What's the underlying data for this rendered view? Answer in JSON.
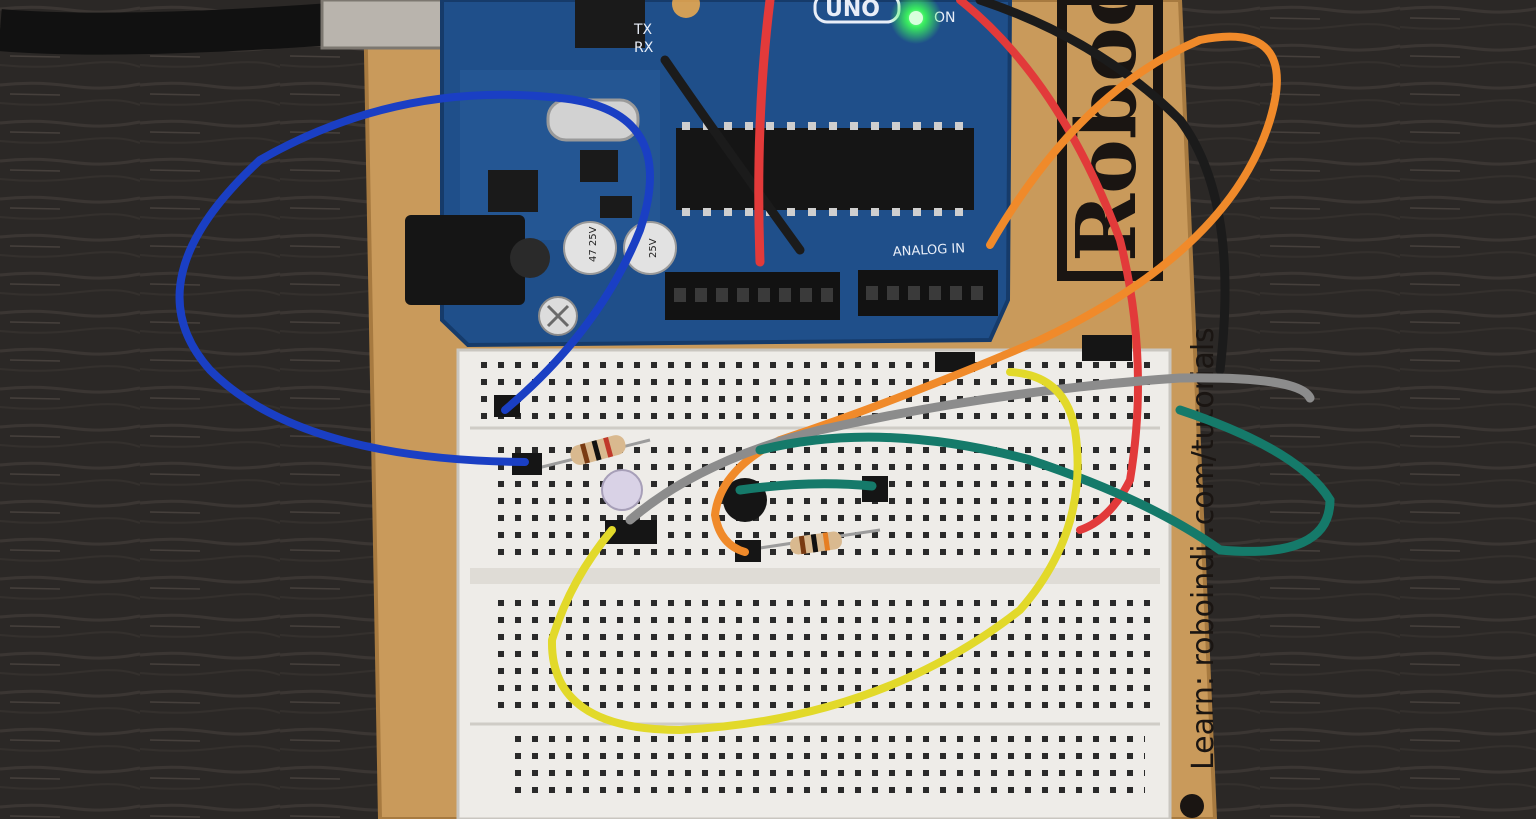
{
  "board": {
    "model_label": "UNO",
    "on_label": "ON",
    "tx_label": "TX",
    "rx_label": "RX",
    "analog_label": "ANALOG IN",
    "cap_label_1": "47 25V",
    "cap_label_2": "25V"
  },
  "baseboard": {
    "brand_text": "Roboco",
    "url_text": "Learn: roboindi .com/tutorials"
  },
  "colors": {
    "table": "#2b2826",
    "baseboard": "#c99a5b",
    "pcb": "#1f4f8a",
    "breadboard": "#eeece8",
    "wire_blue": "#1a3fc4",
    "wire_red": "#e23a3a",
    "wire_orange": "#f08a2a",
    "wire_black": "#1b1b1b",
    "wire_yellow": "#e2d92a",
    "wire_green": "#157a6a",
    "wire_gray": "#8c8c8c",
    "led_power": "#3cff5a"
  }
}
